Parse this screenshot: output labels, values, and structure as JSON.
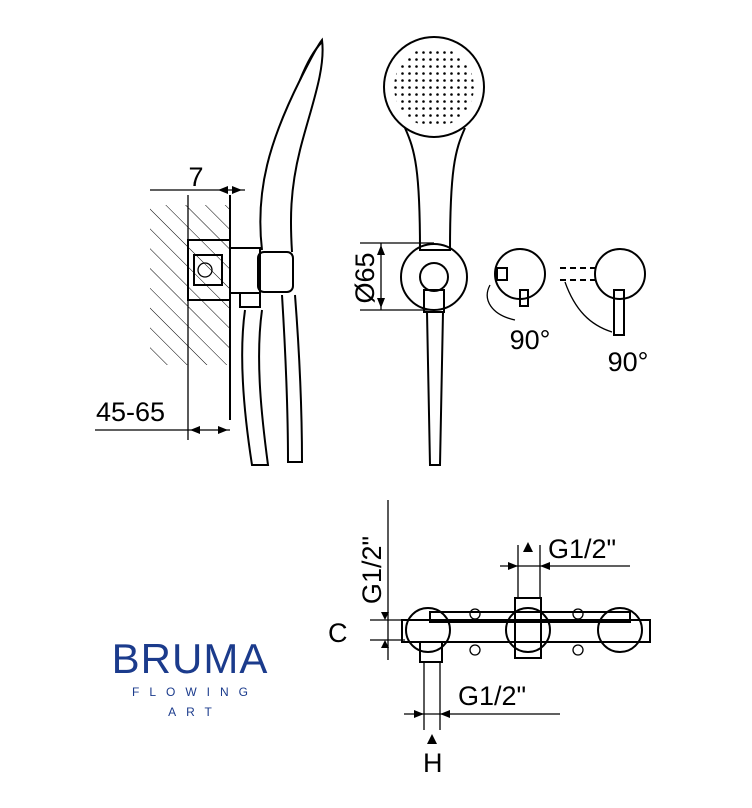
{
  "labels": {
    "wall_offset": "7",
    "depth_range": "45-65",
    "diameter": "Ø65",
    "rotation_left": "90°",
    "rotation_right": "90°",
    "thread_vertical": "G1/2\"",
    "thread_top": "G1/2\"",
    "thread_bottom": "G1/2\"",
    "c_label": "C",
    "h_label": "H"
  },
  "logo": {
    "brand": "BRUMA",
    "tagline_1": "FLOWING",
    "tagline_2": "ART",
    "color": "#1b3b8c"
  }
}
